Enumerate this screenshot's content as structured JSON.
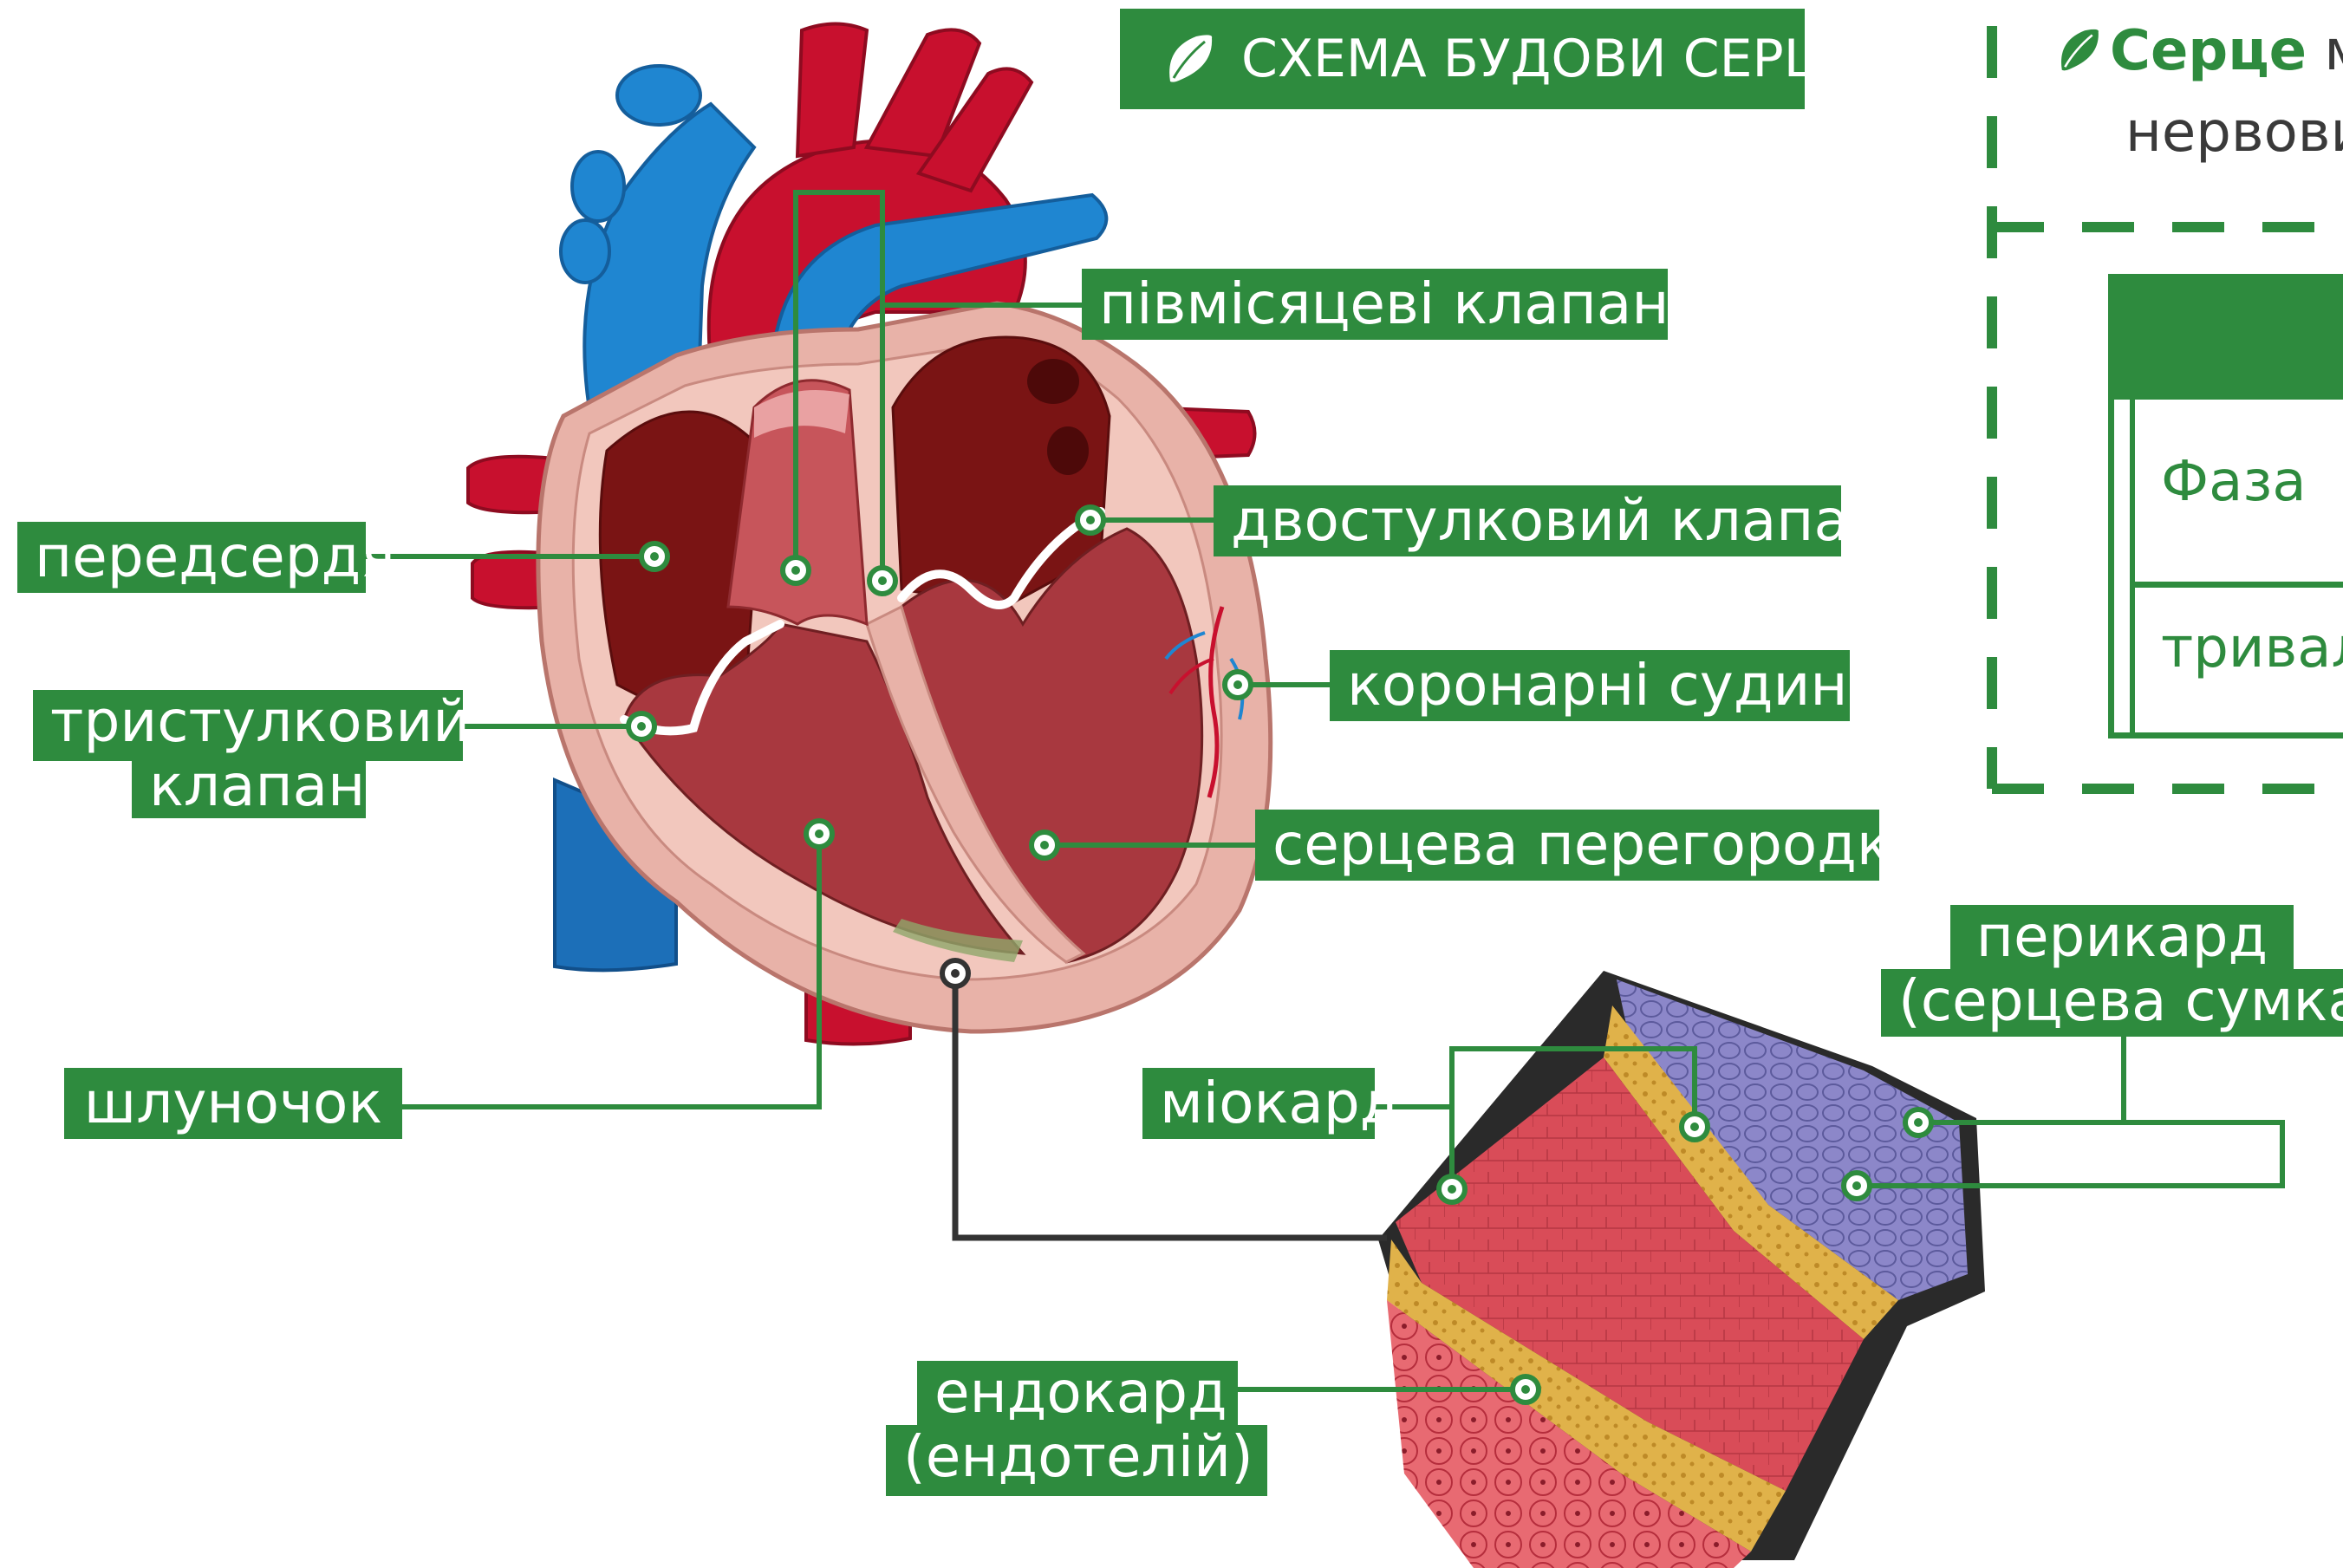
{
  "header": {
    "title": "СХЕМА БУДОВИ СЕРЦЯ"
  },
  "side_panel": {
    "heading_word": "Серце",
    "heading_rest": "м",
    "line2": "нервови",
    "table": {
      "row1": "Фаза",
      "row2": "тривал"
    }
  },
  "labels": {
    "semilunar_valves": "півмісяцеві клапани",
    "atrium": "передсердя",
    "bicuspid_valve": "двостулковий клапан",
    "coronary_vessels": "коронарні судини",
    "tricuspid_line1": "тристулковий",
    "tricuspid_line2": "клапан",
    "septum": "серцева перегородка",
    "pericardium_line1": "перикард",
    "pericardium_line2": "(серцева сумка)",
    "ventricle": "шлуночок",
    "myocardium": "міокард",
    "endocardium_line1": "ендокард",
    "endocardium_line2": "(ендотелій)"
  },
  "colors": {
    "accent_green": "#2e8b3e",
    "artery_red": "#c8102e",
    "vein_blue": "#1f86d1",
    "muscle_dark": "#7a1414",
    "tissue_pink": "#e8b2a8"
  }
}
